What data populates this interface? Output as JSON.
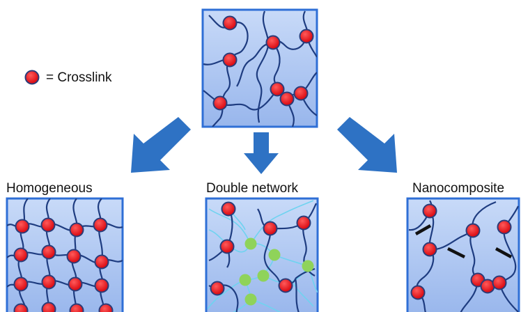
{
  "legend": {
    "text": "= Crosslink"
  },
  "panels": {
    "homogeneous": {
      "title": "Homogeneous"
    },
    "double_network": {
      "title": "Double network"
    },
    "nanocomposite": {
      "title": "Nanocomposite"
    }
  },
  "colors": {
    "panel_fill": "#a9c4f2",
    "panel_border": "#2f6fd6",
    "chain": "#1e3c80",
    "crosslink_fill": "#e8101a",
    "crosslink_ring": "#2a3d7a",
    "second_network": "#6fd3f0",
    "second_crosslink": "#8fd35a",
    "nanoparticle": "#111111",
    "arrow": "#2e72c4"
  },
  "icons": {
    "crosslink": "red-circle-icon",
    "arrow": "thick-arrow-icon"
  }
}
